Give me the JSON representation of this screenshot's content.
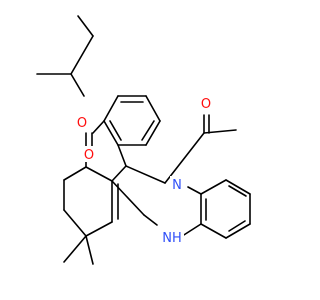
{
  "molecule": {
    "atoms": {
      "O_ether": {
        "symbol": "O",
        "color": "#ff0d0d"
      },
      "O_ketone": {
        "symbol": "O",
        "color": "#ff0d0d"
      },
      "O_acetyl": {
        "symbol": "O",
        "color": "#ff0d0d"
      },
      "N_acetyl": {
        "symbol": "N",
        "color": "#3050f8"
      },
      "NH": {
        "symbol": "NH",
        "color": "#3050f8"
      }
    }
  }
}
